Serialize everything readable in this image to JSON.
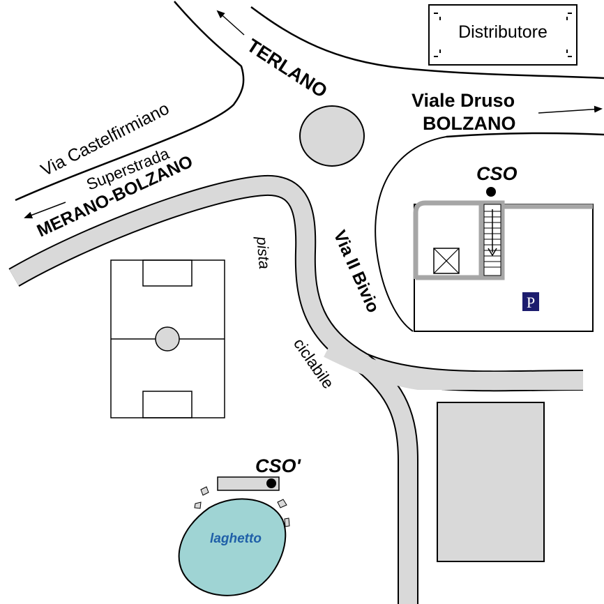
{
  "labels": {
    "terlano": "TERLANO",
    "viale_druso": "Viale Druso",
    "bolzano": "BOLZANO",
    "via_castelfirmiano": "Via Castelfirmiano",
    "superstrada": "Superstrada",
    "merano_bolzano": "MERANO-BOLZANO",
    "via_ii_bivio": "Via II Bivio",
    "pista": "pista",
    "ciclabile": "ciclabile",
    "cso": "CSO",
    "cso_prime": "CSO'",
    "laghetto": "laghetto",
    "distributore": "Distributore",
    "parking": "P"
  },
  "colors": {
    "road_fill": "#d9d9d9",
    "building_fill": "#d9d9d9",
    "lake_fill": "#9fd4d4",
    "lake_text": "#1f5fa8",
    "parking_bg": "#1c1c6e",
    "line": "#000000",
    "building_outline": "#a6a6a6"
  }
}
